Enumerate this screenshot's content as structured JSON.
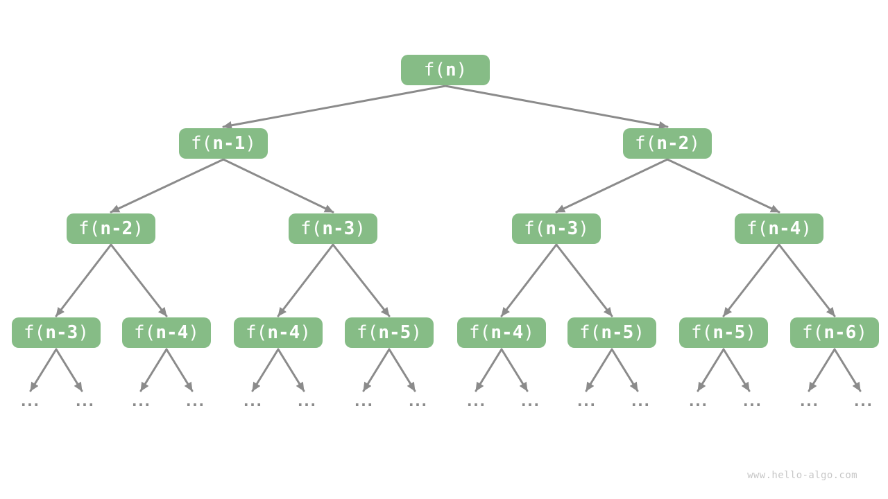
{
  "colors": {
    "node_fill": "#86bc86",
    "node_text": "#ffffff",
    "arrow": "#8b8b8b",
    "ellipsis": "#8b8b8b",
    "watermark": "#c7c7c7",
    "page_bg": "#ffffff"
  },
  "labels": {
    "prefix": "f(",
    "suffix": ")",
    "ellipsis": "..."
  },
  "watermark": "www.hello-algo.com",
  "tree": {
    "type": "recursion-tree",
    "nodes": [
      {
        "id": 0,
        "level": 0,
        "core": "n",
        "children": [
          1,
          2
        ]
      },
      {
        "id": 1,
        "level": 1,
        "core": "n-1",
        "children": [
          3,
          4
        ]
      },
      {
        "id": 2,
        "level": 1,
        "core": "n-2",
        "children": [
          5,
          6
        ]
      },
      {
        "id": 3,
        "level": 2,
        "core": "n-2",
        "children": [
          7,
          8
        ]
      },
      {
        "id": 4,
        "level": 2,
        "core": "n-3",
        "children": [
          9,
          10
        ]
      },
      {
        "id": 5,
        "level": 2,
        "core": "n-3",
        "children": [
          11,
          12
        ]
      },
      {
        "id": 6,
        "level": 2,
        "core": "n-4",
        "children": [
          13,
          14
        ]
      },
      {
        "id": 7,
        "level": 3,
        "core": "n-3",
        "children": [
          "...",
          "..."
        ]
      },
      {
        "id": 8,
        "level": 3,
        "core": "n-4",
        "children": [
          "...",
          "..."
        ]
      },
      {
        "id": 9,
        "level": 3,
        "core": "n-4",
        "children": [
          "...",
          "..."
        ]
      },
      {
        "id": 10,
        "level": 3,
        "core": "n-5",
        "children": [
          "...",
          "..."
        ]
      },
      {
        "id": 11,
        "level": 3,
        "core": "n-4",
        "children": [
          "...",
          "..."
        ]
      },
      {
        "id": 12,
        "level": 3,
        "core": "n-5",
        "children": [
          "...",
          "..."
        ]
      },
      {
        "id": 13,
        "level": 3,
        "core": "n-5",
        "children": [
          "...",
          "..."
        ]
      },
      {
        "id": 14,
        "level": 3,
        "core": "n-6",
        "children": [
          "...",
          "..."
        ]
      }
    ]
  }
}
